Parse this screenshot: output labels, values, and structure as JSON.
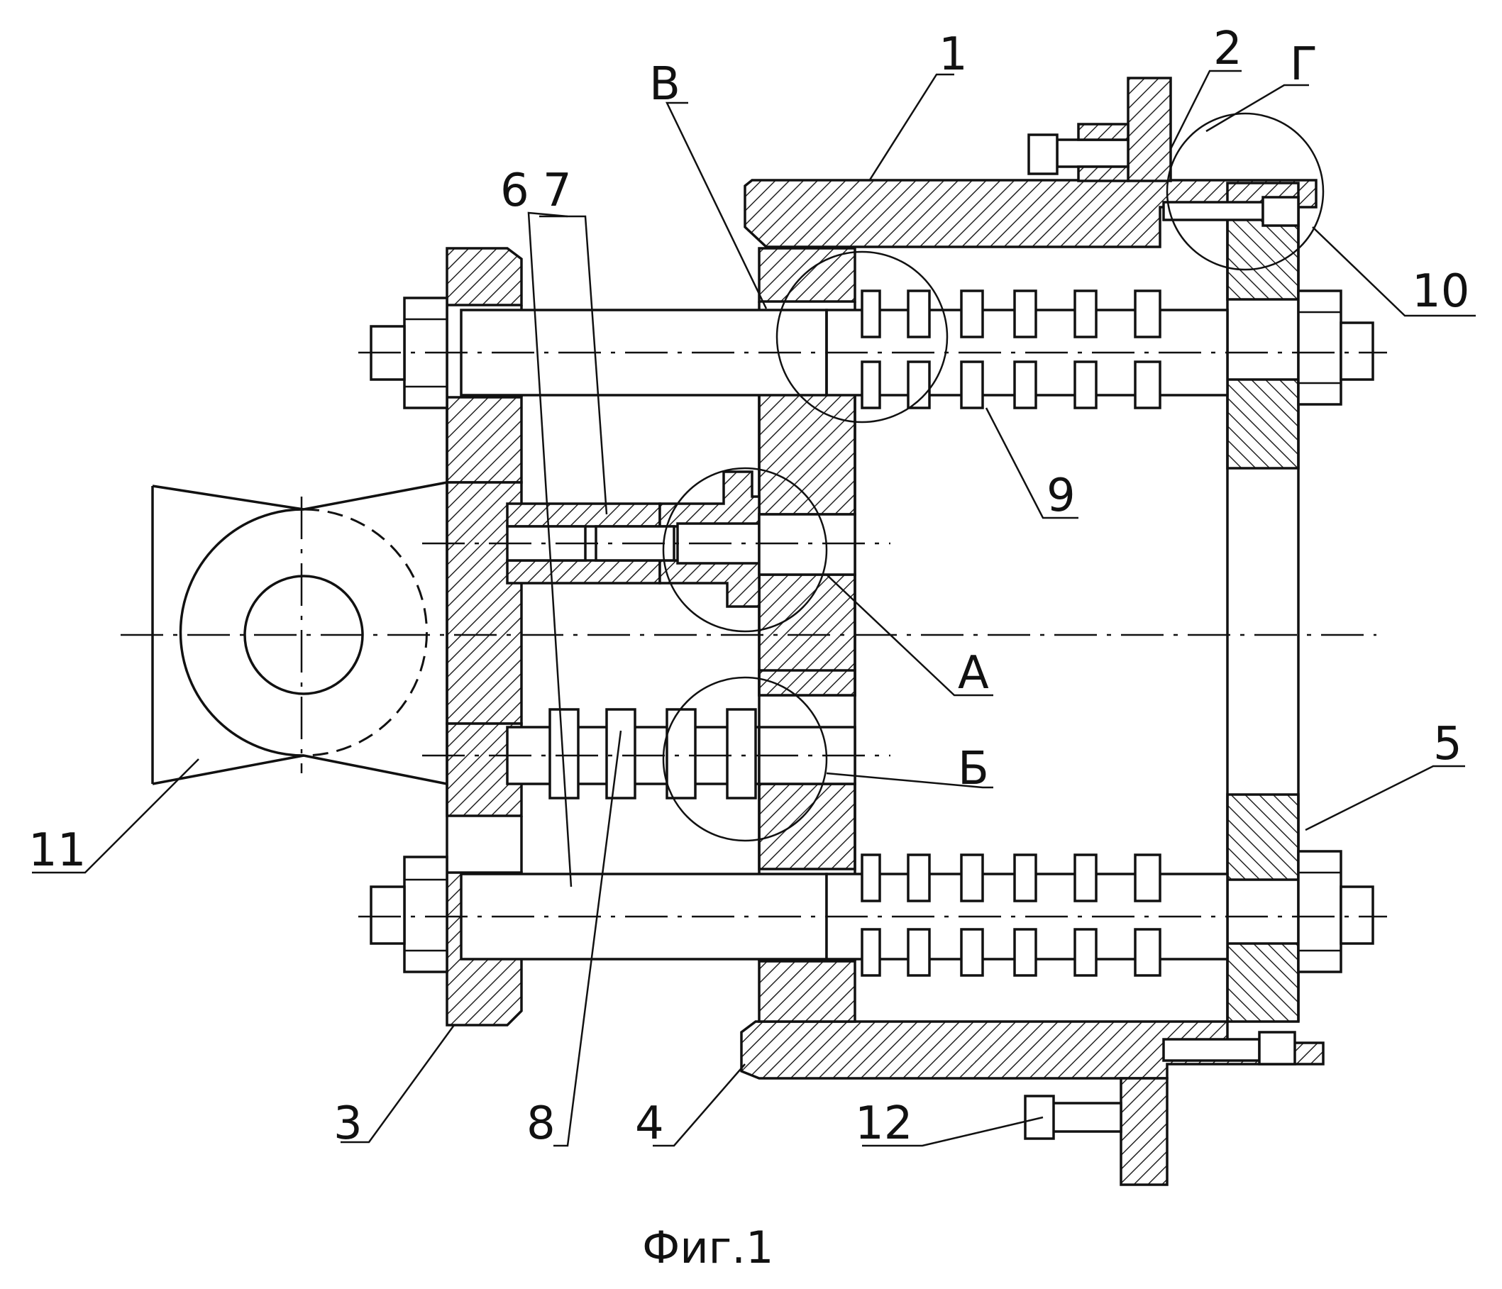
{
  "labels": {
    "n1": "1",
    "n2": "2",
    "n3": "3",
    "n4": "4",
    "n5": "5",
    "n6": "6",
    "n7": "7",
    "n8": "8",
    "n9": "9",
    "n10": "10",
    "n11": "11",
    "n12": "12",
    "a": "А",
    "b": "Б",
    "v": "В",
    "g": "Г"
  },
  "caption": "Фиг.1"
}
